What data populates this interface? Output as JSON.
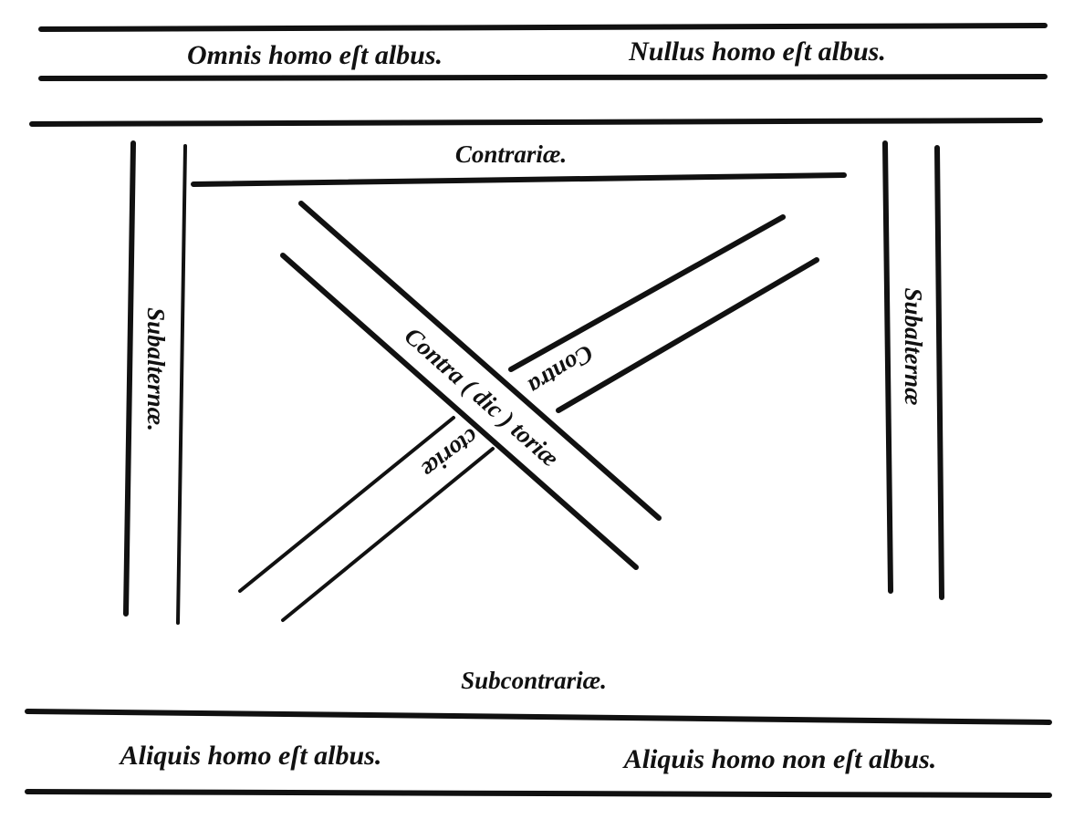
{
  "diagram": {
    "propositions": {
      "universal_affirmative": "Omnis homo eſt albus.",
      "universal_negative": "Nullus homo eſt albus.",
      "particular_affirmative": "Aliquis homo eſt albus.",
      "particular_negative": "Aliquis homo non eſt albus."
    },
    "relations": {
      "contraries": "Contrariæ.",
      "subcontraries": "Subcontrariæ.",
      "subalterns_left": "Subalternæ.",
      "subalterns_right": "Subalternæ",
      "contradictories_main": "Contra ( dic ) toriæ",
      "contradictories_split_upper": "Contra",
      "contradictories_split_lower": "ctoriæ"
    }
  }
}
